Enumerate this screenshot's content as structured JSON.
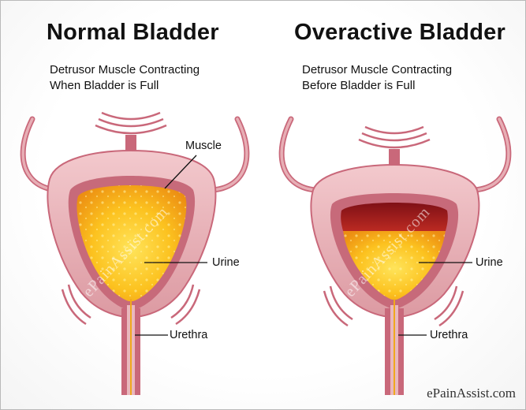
{
  "normal": {
    "title": "Normal Bladder",
    "subtitle_lines": [
      "Detrusor Muscle Contracting",
      "When Bladder is Full"
    ],
    "label_muscle": "Muscle",
    "label_urine": "Urine",
    "label_urethra": "Urethra"
  },
  "overactive": {
    "title": "Overactive Bladder",
    "subtitle_lines": [
      "Detrusor Muscle Contracting",
      "Before Bladder is Full"
    ],
    "label_urine": "Urine",
    "label_urethra": "Urethra"
  },
  "watermark": "ePainAssist.com",
  "credit": "ePainAssist.com",
  "colors": {
    "bladder_outer": "#e6aeb4",
    "bladder_wall": "#c9687a",
    "urine": "#f6b21b",
    "contracted_muscle": "#a11c22"
  }
}
